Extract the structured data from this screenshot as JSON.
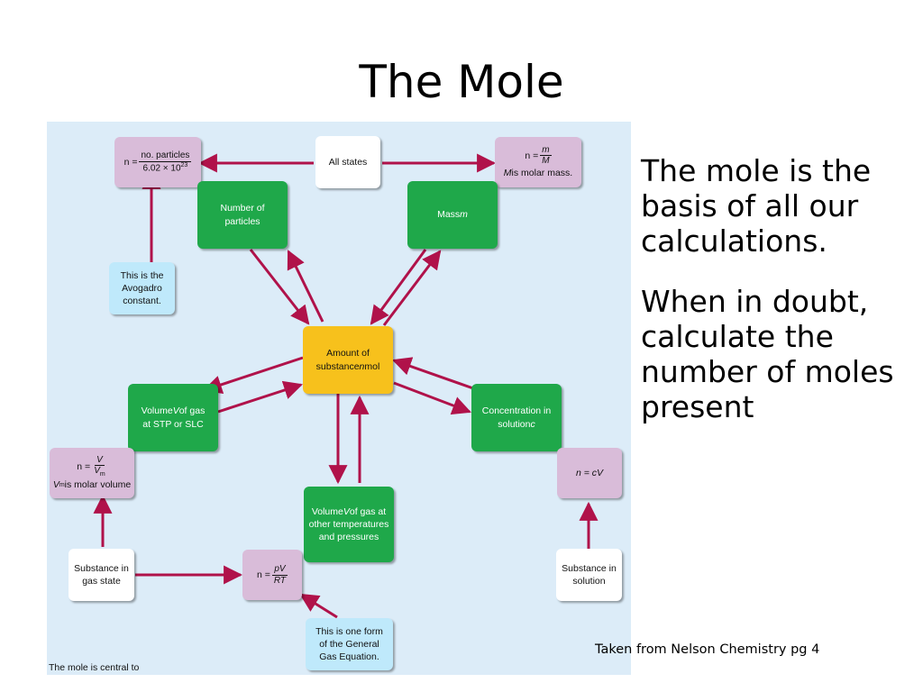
{
  "slide": {
    "title": "The Mole",
    "body_paragraphs": [
      "The mole is the basis of all our calculations.",
      "When in doubt, calculate the number of moles present"
    ],
    "source": "Taken from Nelson Chemistry pg 4"
  },
  "diagram": {
    "caption": "The mole is central to",
    "colors": {
      "arrow": "#b0124a",
      "green": "#1fa84a",
      "yellow": "#f7c11c",
      "pink": "#d9bcd9",
      "blue": "#bfe9fb",
      "background": "#dcecf8"
    },
    "nodes": {
      "all_states": "All states",
      "particles_formula": {
        "lhs": "n =",
        "num": "no. particles",
        "den": "6.02 × 10",
        "den_exp": "23"
      },
      "molar_mass_formula": {
        "lhs": "n =",
        "num": "m",
        "den": "M",
        "note_var": "M",
        "note": " is molar mass."
      },
      "number_of_particles": "Number of particles",
      "mass": {
        "label": "Mass ",
        "var": "m"
      },
      "avogadro": "This is the Avogadro constant.",
      "amount": {
        "line1": "Amount of",
        "pre": "substance ",
        "var": "n",
        "post": " mol"
      },
      "volume_stp": {
        "pre": "Volume ",
        "var": "V",
        "post": " of gas",
        "line2": "at STP or SLC"
      },
      "concentration": {
        "line1": "Concentration in",
        "pre": "solution ",
        "var": "c"
      },
      "molar_volume_formula": {
        "lhs": "n =",
        "num": "V",
        "den": "V",
        "den_sub": "m",
        "note_var": "V",
        "note_sub": "m",
        "note": " is molar volume"
      },
      "n_cv": "n = cV",
      "volume_other": {
        "pre": "Volume ",
        "var": "V",
        "post": " of gas at",
        "line2": "other temperatures",
        "line3": "and pressures"
      },
      "substance_gas": "Substance in gas state",
      "gas_equation_formula": {
        "lhs": "n =",
        "num": "pV",
        "den": "RT"
      },
      "substance_solution": "Substance in solution",
      "general_gas": "This is one form of the General Gas Equation."
    }
  }
}
